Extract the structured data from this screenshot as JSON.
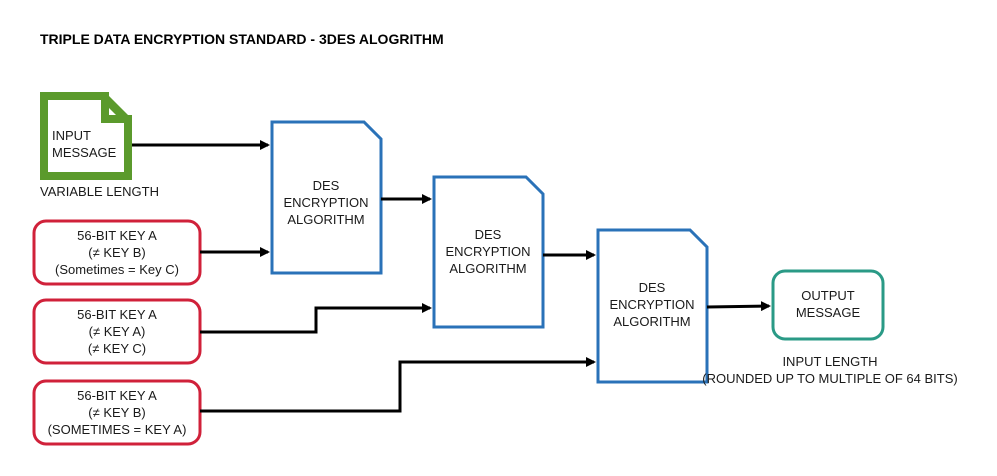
{
  "title": "TRIPLE DATA ENCRYPTION STANDARD - 3DES ALOGRITHM",
  "colors": {
    "input_doc": "#5b9a2c",
    "key_box": "#d0213a",
    "des_box": "#2a72b8",
    "output_box": "#2a9a86",
    "arrow": "#000000"
  },
  "input": {
    "line1": "INPUT",
    "line2": "MESSAGE",
    "caption": "VARIABLE LENGTH",
    "icon": "document-icon"
  },
  "keys": [
    {
      "line1": "56-BIT KEY A",
      "line2": "(≠ KEY B)",
      "line3": "(Sometimes = Key C)"
    },
    {
      "line1": "56-BIT KEY A",
      "line2": "(≠ KEY A)",
      "line3": "(≠ KEY C)"
    },
    {
      "line1": "56-BIT KEY A",
      "line2": "(≠ KEY B)",
      "line3": "(SOMETIMES = KEY A)"
    }
  ],
  "des": [
    {
      "line1": "DES",
      "line2": "ENCRYPTION",
      "line3": "ALGORITHM"
    },
    {
      "line1": "DES",
      "line2": "ENCRYPTION",
      "line3": "ALGORITHM"
    },
    {
      "line1": "DES",
      "line2": "ENCRYPTION",
      "line3": "ALGORITHM"
    }
  ],
  "output": {
    "line1": "OUTPUT",
    "line2": "MESSAGE",
    "caption1": "INPUT LENGTH",
    "caption2": "(ROUNDED UP TO MULTIPLE OF 64 BITS)"
  }
}
